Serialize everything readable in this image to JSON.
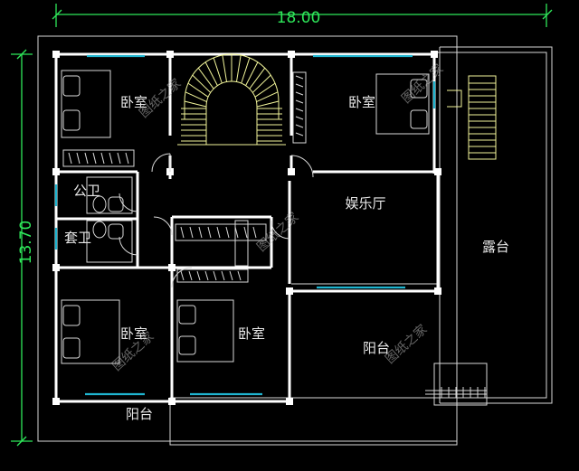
{
  "dimensions": {
    "width_label": "18.00",
    "depth_label": "13.70"
  },
  "rooms": {
    "bedroom_top_left": "卧室",
    "bedroom_top_right": "卧室",
    "public_bath": "公卫",
    "ensuite_bath": "套卫",
    "lounge": "娱乐厅",
    "terrace": "露台",
    "bedroom_bottom_left": "卧室",
    "bedroom_bottom_mid": "卧室",
    "balcony_center": "阳台",
    "balcony_bottom": "阳台"
  },
  "watermark": "图纸之家",
  "colors": {
    "background": "#000000",
    "wall": "#ffffff",
    "grid": "#d8d8d8",
    "dimension": "#2ee85a",
    "window": "#1fb5d0",
    "stair": "#f2f59a",
    "label": "#e8e8e8"
  }
}
